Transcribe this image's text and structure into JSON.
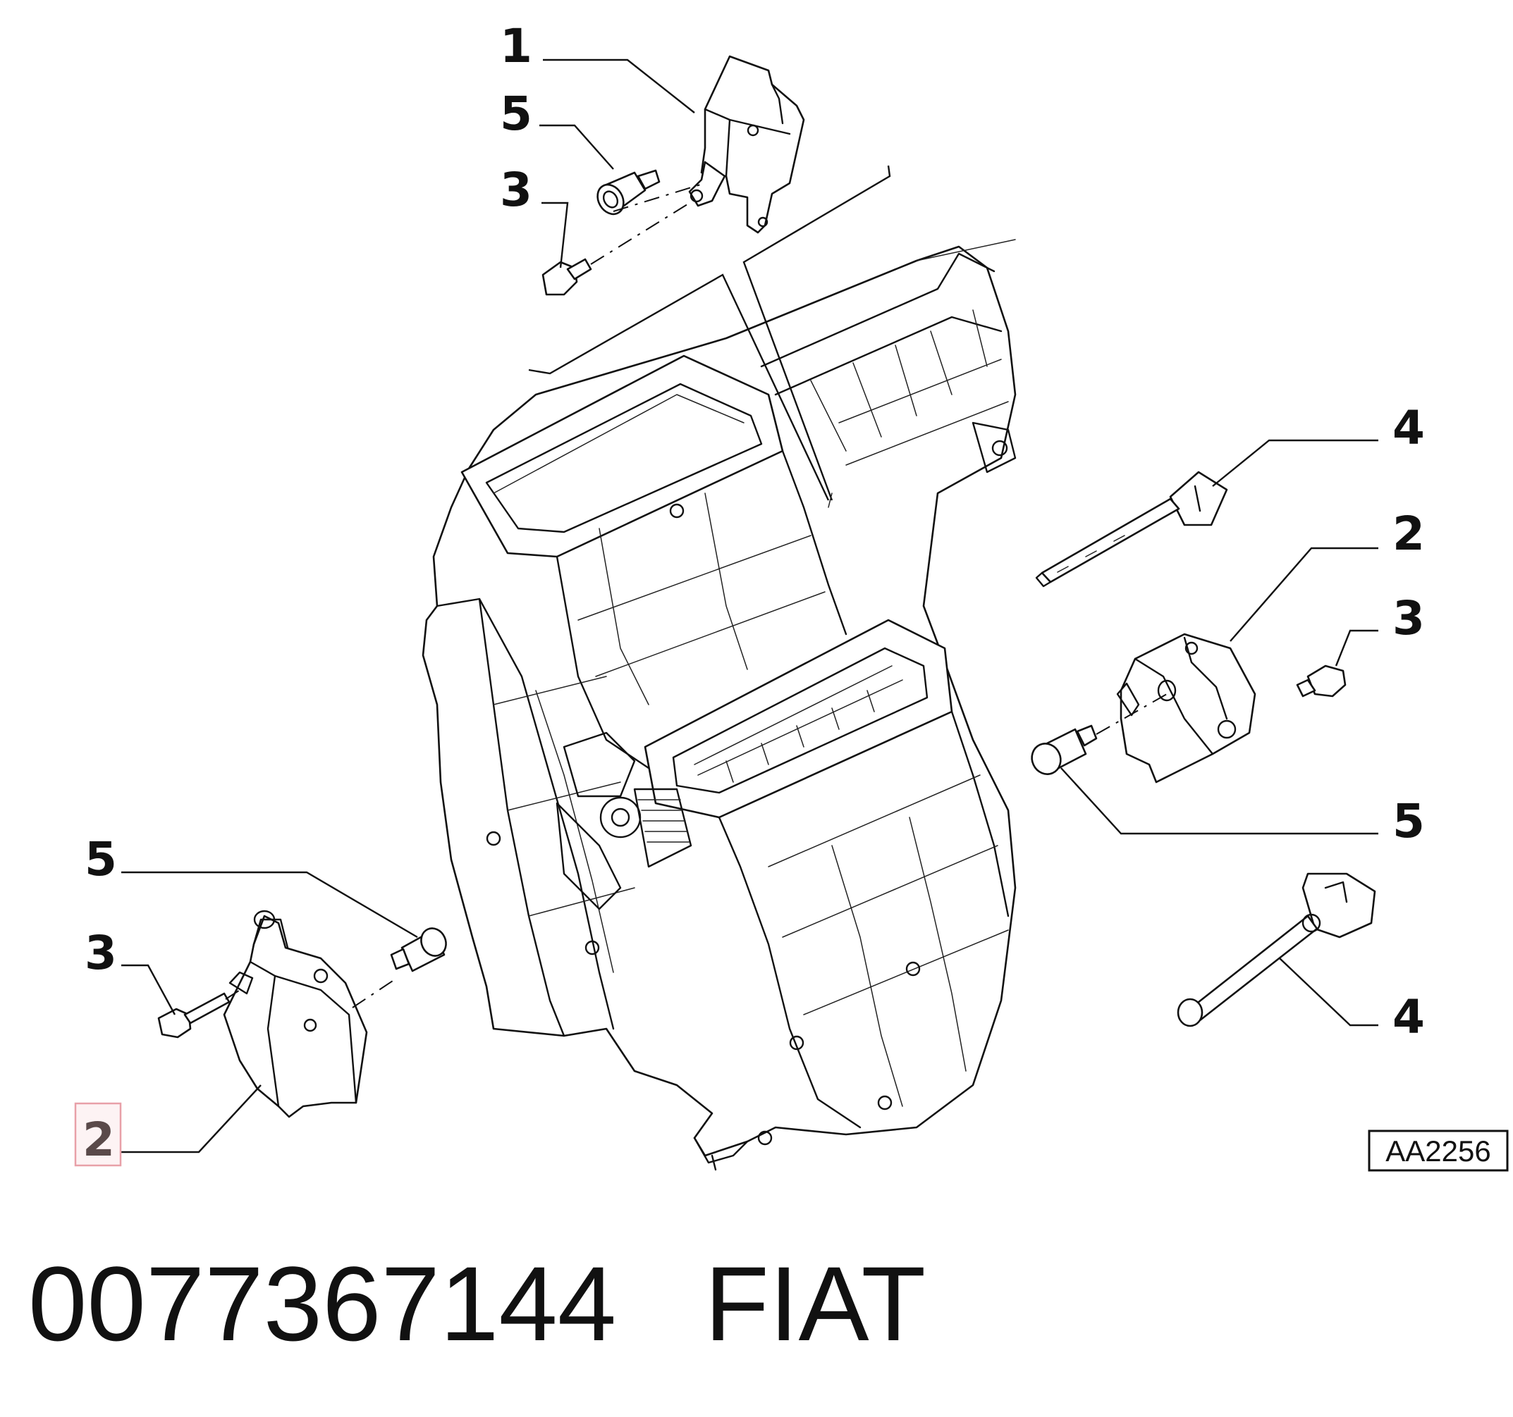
{
  "diagram": {
    "callouts": [
      {
        "id": "c1-top",
        "label": "1"
      },
      {
        "id": "c5-top",
        "label": "5"
      },
      {
        "id": "c3-top",
        "label": "3"
      },
      {
        "id": "c4-upper",
        "label": "4"
      },
      {
        "id": "c2-right",
        "label": "2"
      },
      {
        "id": "c3-right",
        "label": "3"
      },
      {
        "id": "c5-right",
        "label": "5"
      },
      {
        "id": "c4-lower",
        "label": "4"
      },
      {
        "id": "c5-left",
        "label": "5"
      },
      {
        "id": "c3-left",
        "label": "3"
      },
      {
        "id": "c2-left",
        "label": "2",
        "highlighted": true
      }
    ],
    "reference_code": "AA2256",
    "highlight_color": "#e8a0a8"
  },
  "footer": {
    "part_number": "0077367144",
    "brand": "FIAT"
  }
}
